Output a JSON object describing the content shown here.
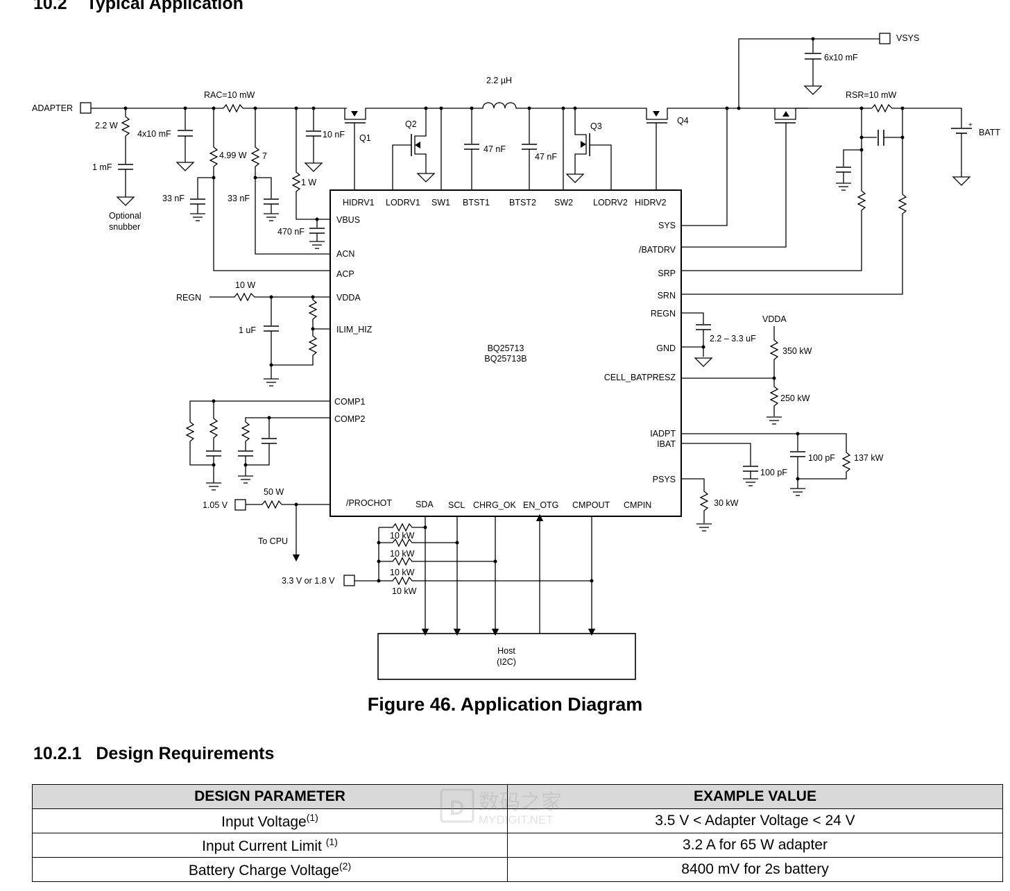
{
  "headings": {
    "section": "10.2    Typical Application",
    "figure_caption": "Figure 46.  Application Diagram",
    "subsection": "10.2.1   Design Requirements"
  },
  "diagram": {
    "ic": {
      "name1": "BQ25713",
      "name2": "BQ25713B"
    },
    "pins_top": [
      "HIDRV1",
      "LODRV1",
      "SW1",
      "BTST1",
      "BTST2",
      "SW2",
      "LODRV2",
      "HIDRV2"
    ],
    "pins_left": [
      "VBUS",
      "ACN",
      "ACP",
      "VDDA",
      "ILIM_HIZ",
      "COMP1",
      "COMP2"
    ],
    "pins_right": [
      "SYS",
      "/BATDRV",
      "SRP",
      "SRN",
      "REGN",
      "GND",
      "CELL_BATPRESZ",
      "IADPT",
      "IBAT",
      "PSYS"
    ],
    "pins_bottom": [
      "/PROCHOT",
      "SDA",
      "SCL",
      "CHRG_OK",
      "EN_OTG",
      "CMPOUT",
      "CMPIN"
    ],
    "labels": {
      "adapter": "ADAPTER",
      "rac": "RAC=10 mW",
      "r_snub": "2.2 W",
      "c_snub": "1 mF",
      "snubber1": "Optional",
      "snubber2": "snubber",
      "cin": "4x10 mF",
      "r499": "4.99 W",
      "r7": "7",
      "c33a": "33 nF",
      "c33b": "33 nF",
      "r1w": "1 W",
      "c470": "470 nF",
      "c10n": "10 nF",
      "q1": "Q1",
      "q2": "Q2",
      "q3": "Q3",
      "q4": "Q4",
      "inductor": "2.2 µH",
      "cbt1": "47 nF",
      "cbt2": "47 nF",
      "vsys": "VSYS",
      "csys": "6x10 mF",
      "rsr": "RSR=10 mW",
      "batt": "BATT",
      "regn": "REGN",
      "r10w": "10 W",
      "c1u": "1 uF",
      "creg": "2.2 – 3.3 uF",
      "vdda": "VDDA",
      "r350": "350 kW",
      "r250": "250 kW",
      "c100a": "100 pF",
      "c100b": "100 pF",
      "r137": "137 kW",
      "r30": "30 kW",
      "v105": "1.05 V",
      "r50": "50 W",
      "tocpu": "To CPU",
      "v33": "3.3 V or 1.8 V",
      "pull1": "10 kW",
      "pull2": "10 kW",
      "pull3": "10 kW",
      "pull4": "10 kW",
      "host1": "Host",
      "host2": "(I2C)"
    }
  },
  "table": {
    "headers": [
      "DESIGN PARAMETER",
      "EXAMPLE VALUE"
    ],
    "rows": [
      {
        "param": "Input Voltage",
        "note": "(1)",
        "value": "3.5 V < Adapter Voltage < 24 V"
      },
      {
        "param": "Input Current Limit ",
        "note": "(1)",
        "value": "3.2 A for 65 W adapter"
      },
      {
        "param": "Battery Charge Voltage",
        "note": "(2)",
        "value": "8400 mV for 2s battery"
      }
    ]
  },
  "watermark": {
    "cn": "数码之家",
    "en": "MYDIGIT.NET"
  }
}
